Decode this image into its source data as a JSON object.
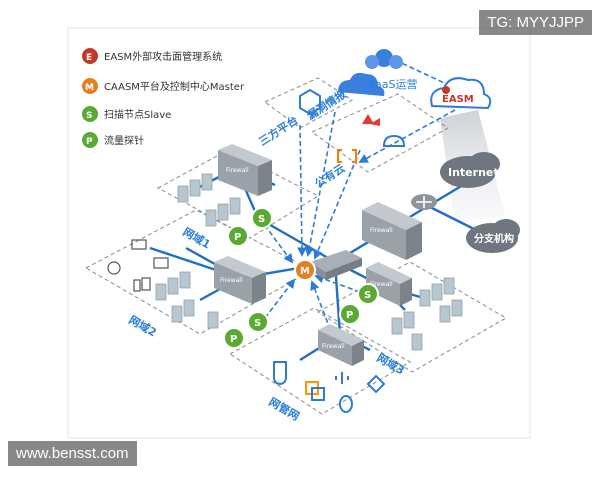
{
  "legend": {
    "items": [
      {
        "badge": "E",
        "label": "EASM外部攻击面管理系统",
        "color": "#c0392b"
      },
      {
        "badge": "M",
        "label": "CAASM平台及控制中心Master",
        "color": "#e67e22"
      },
      {
        "badge": "S",
        "label": "扫描节点Slave",
        "color": "#5aaa32"
      },
      {
        "badge": "P",
        "label": "流量探针",
        "color": "#5aaa32"
      }
    ]
  },
  "zones": {
    "saas": "SaaS运营",
    "easm": "EASM",
    "vuln_intel": "漏洞情报",
    "third_party": "三方平台",
    "public_cloud": "公有云",
    "internet": "Internet",
    "branch": "分支机构",
    "net1": "网域1",
    "net2": "网域2",
    "net3": "网域3",
    "cloud_net": "网管网"
  },
  "devices": {
    "firewall_label": "Firewall"
  },
  "badges": {
    "master": "M",
    "slave": "S",
    "probe": "P"
  },
  "colors": {
    "line_blue": "#1f6fc5",
    "dashed_blue": "#2e7bd6",
    "zone_border": "#8a8a8a",
    "label_blue": "#2a7fd8",
    "green": "#5aaa32",
    "orange": "#e67e22",
    "red": "#c0392b"
  },
  "watermarks": {
    "top": "TG: MYYJJPP",
    "bottom": "www.bensst.com"
  }
}
